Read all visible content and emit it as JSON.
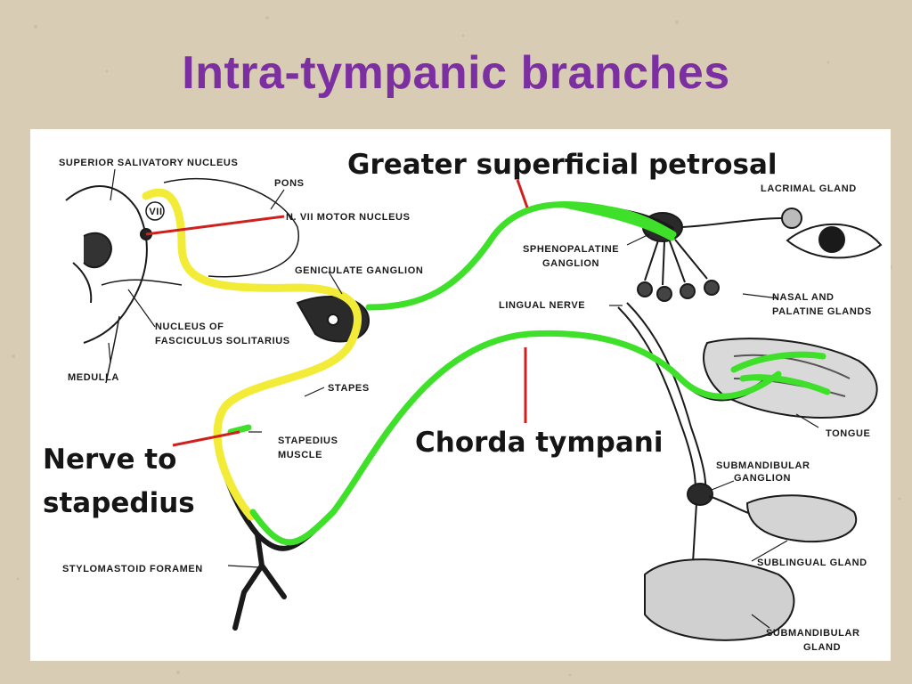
{
  "slide": {
    "title": "Intra-tympanic branches"
  },
  "callouts": {
    "greater_superficial_petrosal": "Greater superficial petrosal",
    "chorda_tympani": "Chorda tympani",
    "nerve_to_stapedius_line1": "Nerve to",
    "nerve_to_stapedius_line2": "stapedius"
  },
  "labels": {
    "superior_salivatory_nucleus": "SUPERIOR SALIVATORY NUCLEUS",
    "pons": "PONS",
    "n7_motor_nucleus": "N. VII MOTOR NUCLEUS",
    "geniculate_ganglion": "GENICULATE GANGLION",
    "nucleus_of_1": "NUCLEUS OF",
    "nucleus_of_2": "FASCICULUS SOLITARIUS",
    "medulla": "MEDULLA",
    "stapes": "STAPES",
    "stapedius_muscle_1": "STAPEDIUS",
    "stapedius_muscle_2": "MUSCLE",
    "stylomastoid_foramen": "STYLOMASTOID FORAMEN",
    "sphenopalatine_1": "SPHENOPALATINE",
    "sphenopalatine_2": "GANGLION",
    "lacrimal_gland": "LACRIMAL GLAND",
    "nasal_palatine_1": "NASAL AND",
    "nasal_palatine_2": "PALATINE GLANDS",
    "lingual_nerve": "LINGUAL NERVE",
    "tongue": "TONGUE",
    "submandibular_ganglion_1": "SUBMANDIBULAR",
    "submandibular_ganglion_2": "GANGLION",
    "sublingual_gland": "SUBLINGUAL GLAND",
    "submandibular_gland_1": "SUBMANDIBULAR",
    "submandibular_gland_2": "GLAND",
    "motor_nucleus_symbol": "VII"
  },
  "colors": {
    "title": "#7b2fa0",
    "motor_pathway": "#f2ec38",
    "parasympathetic_pathway": "#3ee02a",
    "pointer": "#d0201e",
    "nerve_outline": "#1a1a1a"
  }
}
